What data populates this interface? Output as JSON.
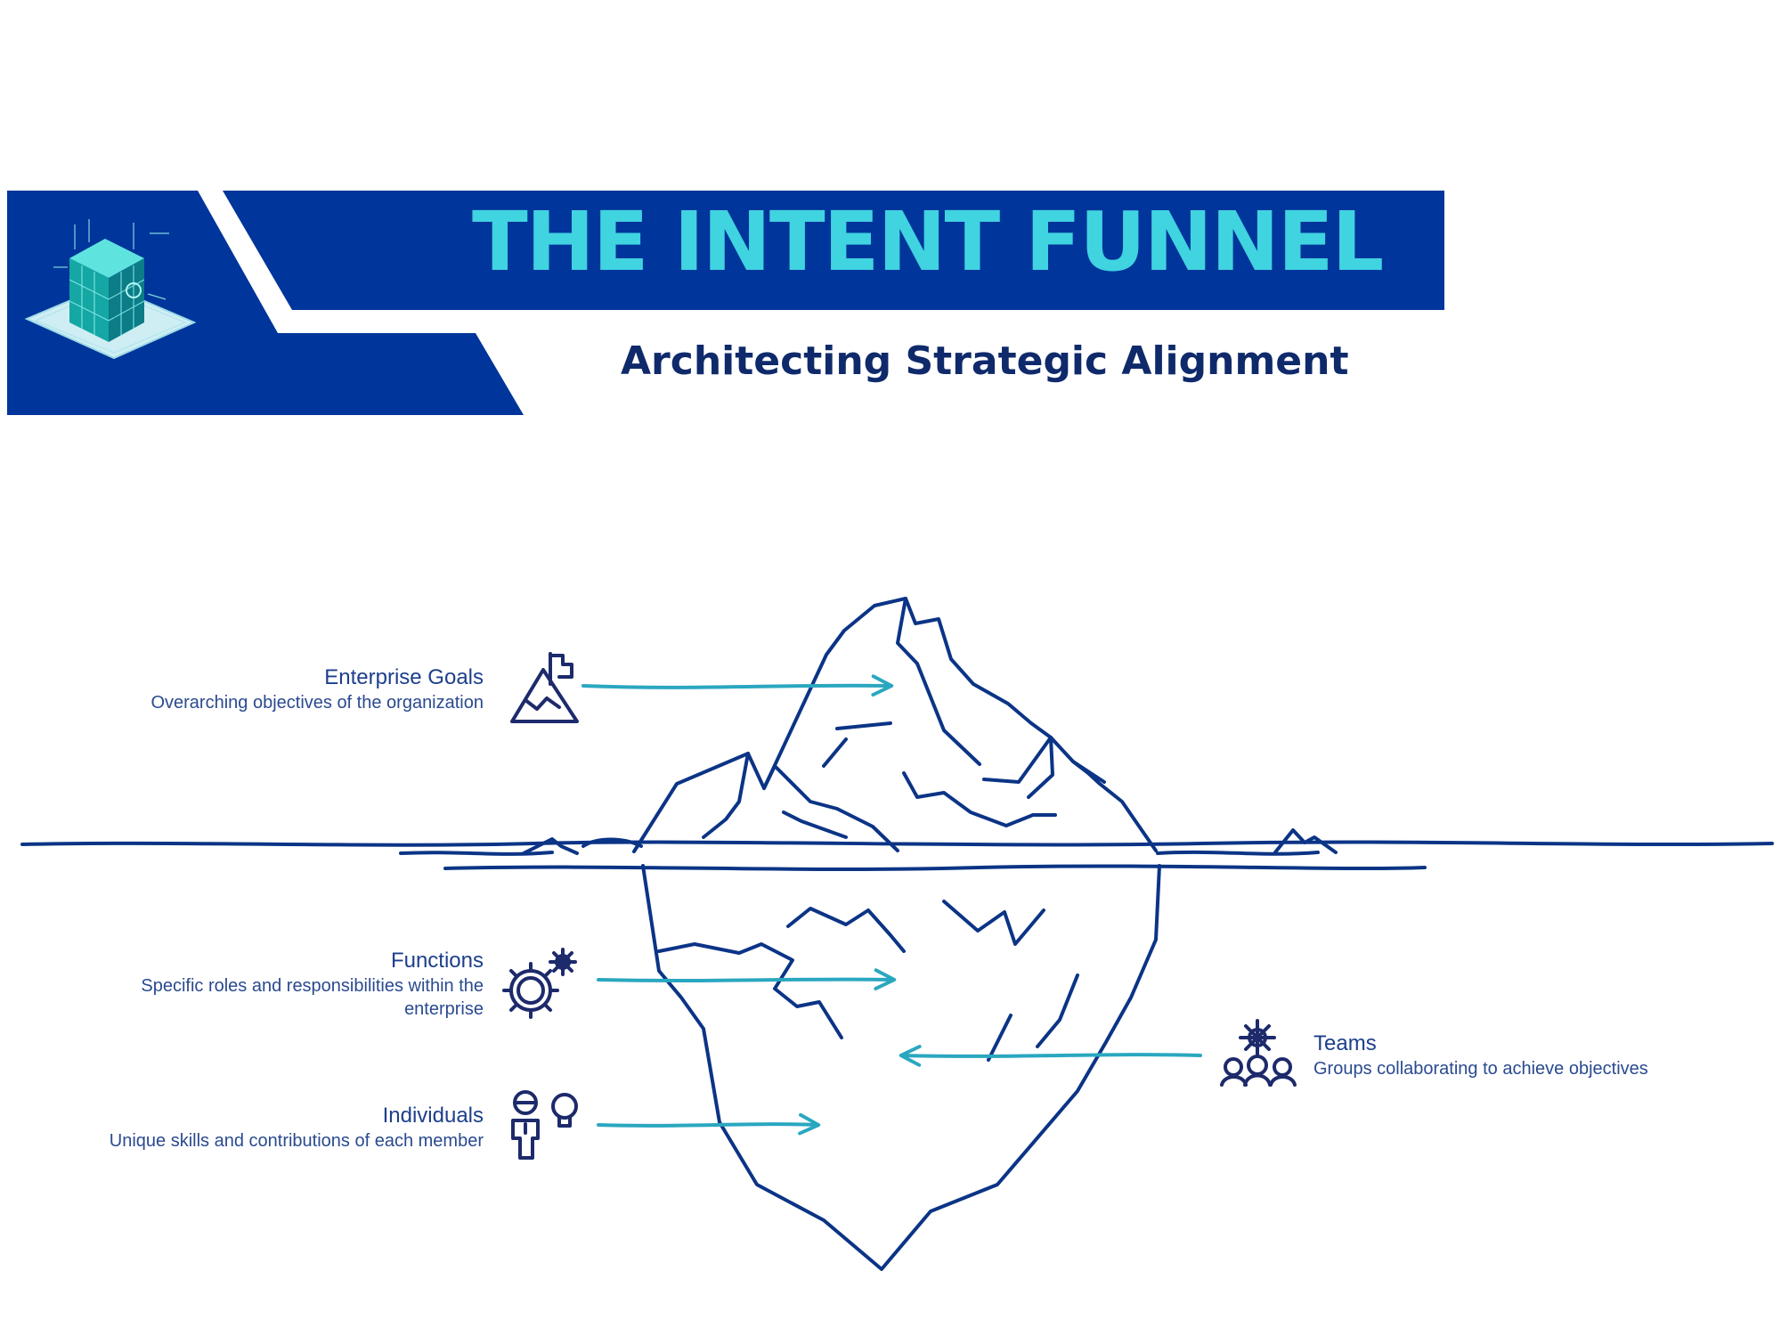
{
  "header": {
    "title": "THE INTENT FUNNEL",
    "subtitle": "Architecting Strategic Alignment",
    "logo_icon": "circuit-cube-icon"
  },
  "colors": {
    "banner_blue": "#00359b",
    "title_cyan": "#40d3e0",
    "subtitle_navy": "#0f2a6b",
    "iceberg_stroke": "#0b3486",
    "arrow_teal": "#2aa7c0"
  },
  "layers": [
    {
      "id": "enterprise-goals",
      "title": "Enterprise Goals",
      "description": "Overarching objectives of the organization",
      "icon": "mountain-flag-icon"
    },
    {
      "id": "functions",
      "title": "Functions",
      "description_line1": "Specific roles and responsibilities within the",
      "description_line2": "enterprise",
      "icon": "gears-icon"
    },
    {
      "id": "individuals",
      "title": "Individuals",
      "description": "Unique skills and contributions of each member",
      "icon": "person-lightbulb-icon"
    },
    {
      "id": "teams",
      "title": "Teams",
      "description": "Groups collaborating to achieve objectives",
      "icon": "team-gear-icon"
    }
  ]
}
